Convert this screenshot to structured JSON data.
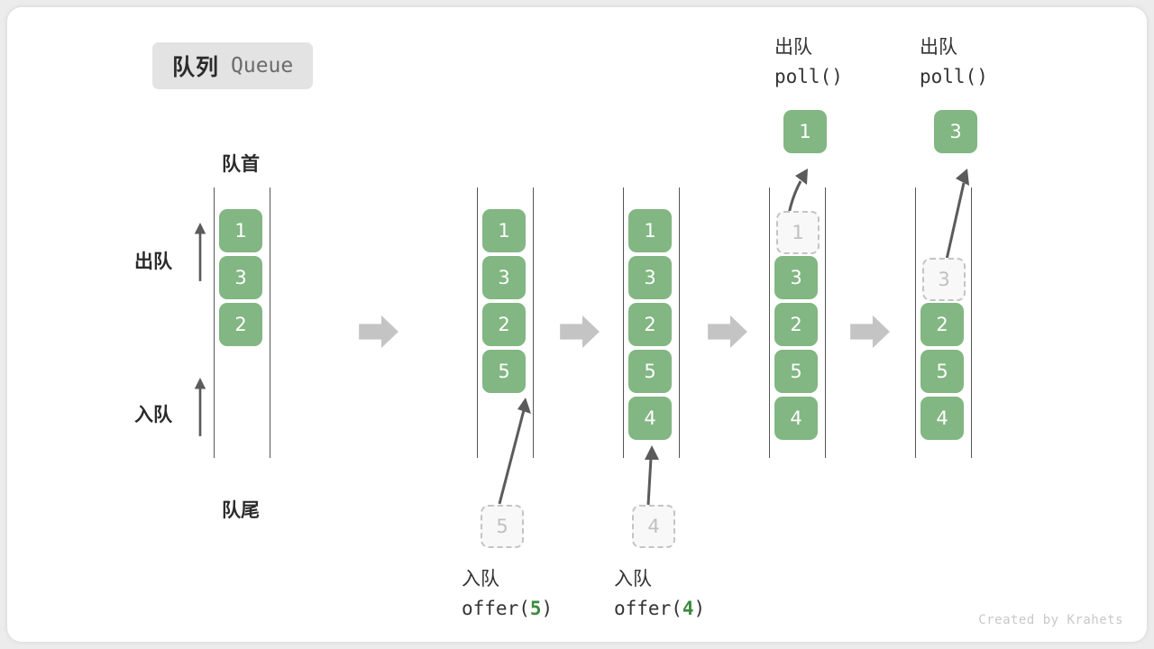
{
  "title": {
    "cn": "队列",
    "en": "Queue"
  },
  "labels": {
    "head": "队首",
    "tail": "队尾",
    "dequeue": "出队",
    "enqueue": "入队"
  },
  "watermark": "Created by Krahets",
  "colors": {
    "cell_fill": "#82b682",
    "cell_text": "#ffffff",
    "ghost_fill": "#f8f8f8",
    "ghost_border": "#c4c4c4",
    "ghost_text": "#c0c0c0",
    "arrow_gray": "#c4c4c4",
    "thin_arrow": "#5b5b5b",
    "rail": "#555555",
    "badge_bg": "#e3e3e3",
    "code_arg": "#3c8a41",
    "text": "#333333",
    "watermark": "#c8c8c8"
  },
  "columns": [
    {
      "id": "initial",
      "cells": [
        "1",
        "3",
        "2"
      ],
      "ghost_in_queue": null,
      "popped": null,
      "op_cn": null,
      "op_code": null,
      "incoming": null
    },
    {
      "id": "after-offer-5",
      "cells": [
        "1",
        "3",
        "2",
        "5"
      ],
      "ghost_in_queue": null,
      "popped": null,
      "op_cn": "入队",
      "op_code_prefix": "offer(",
      "op_code_arg": "5",
      "op_code_suffix": ")",
      "incoming": "5"
    },
    {
      "id": "after-offer-4",
      "cells": [
        "1",
        "3",
        "2",
        "5",
        "4"
      ],
      "ghost_in_queue": null,
      "popped": null,
      "op_cn": "入队",
      "op_code_prefix": "offer(",
      "op_code_arg": "4",
      "op_code_suffix": ")",
      "incoming": "4"
    },
    {
      "id": "poll-1",
      "cells": [
        "3",
        "2",
        "5",
        "4"
      ],
      "ghost_in_queue": "1",
      "popped": "1",
      "op_cn": "出队",
      "op_code_prefix": "poll(",
      "op_code_arg": "",
      "op_code_suffix": ")",
      "incoming": null
    },
    {
      "id": "poll-3",
      "cells": [
        "2",
        "5",
        "4"
      ],
      "ghost_in_queue": "3",
      "popped": "3",
      "op_cn": "出队",
      "op_code_prefix": "poll(",
      "op_code_arg": "",
      "op_code_suffix": ")",
      "incoming": null
    }
  ],
  "ops_top": [
    {
      "cn": "出队",
      "code": "poll()"
    },
    {
      "cn": "出队",
      "code": "poll()"
    }
  ],
  "ops_bottom": [
    {
      "cn": "入队",
      "code_prefix": "offer(",
      "code_arg": "5",
      "code_suffix": ")"
    },
    {
      "cn": "入队",
      "code_prefix": "offer(",
      "code_arg": "4",
      "code_suffix": ")"
    }
  ]
}
